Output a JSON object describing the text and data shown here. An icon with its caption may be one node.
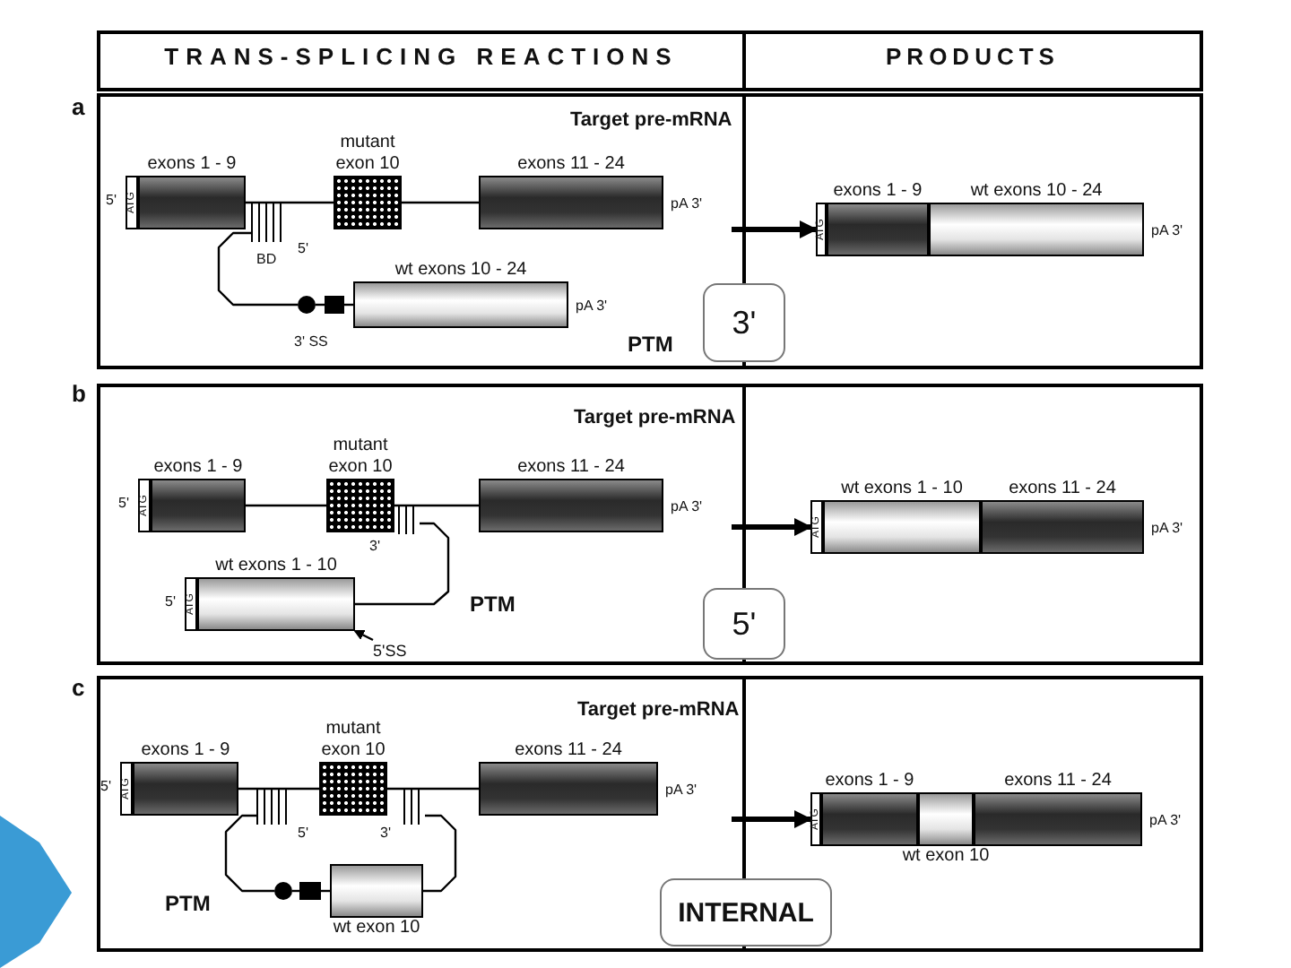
{
  "diagram": {
    "nodes": [
      {
        "text": [
          "ATG"
        ],
        "beside": [
          "5'"
        ]
      },
      {
        "text": [
          "exons 1 - 9"
        ]
      },
      {
        "text": [
          "mutant exon 10"
        ]
      },
      {
        "text": [
          "exons 11 - 24"
        ],
        "beside": [
          "pA 3'"
        ]
      },
      {
        "text": [],
        "shape": "box",
        "beside": [
          "BD"
        ]
      },
      {
        "text": [],
        "shape": "circle"
      },
      {
        "text": [],
        "shape": "box"
      },
      {
        "text": [
          "wt exons 10 - 24"
        ],
        "beside": [
          "pA 3'"
        ]
      },
      {
        "text": [
          "3'"
        ]
      },
      {
        "text": [
          "ATG"
        ]
      },
      {
        "text": [
          "exons 1 - 9"
        ]
      },
      {
        "text": [
          "wt exons 10 - 24"
        ],
        "beside": [
          "pA 3'"
        ]
      },
      {
        "text": [
          "ATG"
        ],
        "beside": [
          "5'"
        ]
      },
      {
        "text": [
          "exons 1 - 9"
        ]
      },
      {
        "text": [
          "mutant exon 10"
        ]
      },
      {
        "text": [
          "exons 11 - 24"
        ],
        "beside": [
          "pA 3'"
        ]
      },
      {
        "text": [],
        "shape": "box"
      },
      {
        "text": [
          "ATG"
        ],
        "beside": [
          "5'"
        ]
      },
      {
        "text": [
          "wt exons 1 - 10"
        ]
      },
      {
        "text": [
          "5'SS"
        ]
      },
      {
        "text": [
          "5'"
        ]
      },
      {
        "text": [
          "ATG"
        ]
      },
      {
        "text": [
          "wt exons 1 - 10"
        ]
      },
      {
        "text": [
          "exons 11 - 24"
        ],
        "beside": [
          "pA 3'"
        ]
      },
      {
        "text": [
          "ATG"
        ],
        "beside": [
          "5'"
        ]
      },
      {
        "text": [
          "exons 1 - 9"
        ]
      },
      {
        "text": [
          "mutant exon 10"
        ]
      },
      {
        "text": [
          "exons 11 - 24"
        ],
        "beside": [
          "pA 3'"
        ]
      },
      {
        "text": [],
        "shape": "box"
      },
      {
        "text": [],
        "shape": "box"
      },
      {
        "text": [],
        "shape": "circle"
      },
      {
        "text": [],
        "shape": "box"
      },
      {
        "text": [
          "wt exon 10"
        ]
      },
      {
        "text": [
          "INTERNAL"
        ]
      },
      {
        "text": [
          "ATG"
        ]
      },
      {
        "text": [
          "exons 1 - 9"
        ]
      },
      {
        "text": [
          "wt exon 10"
        ]
      },
      {
        "text": [
          "exons 11 - 24"
        ],
        "beside": [
          "pA 3'"
        ]
      }
    ],
    "edges": [
      {
        "from": 1,
        "to": 2,
        "arrow": "none"
      },
      {
        "from": 2,
        "to": 3,
        "arrow": "none"
      },
      {
        "from": 4,
        "to": 5,
        "arrow": "none"
      },
      {
        "from": 5,
        "to": 6,
        "arrow": "none"
      },
      {
        "from": 6,
        "to": 7,
        "arrow": "none"
      },
      {
        "from": null,
        "to": 9,
        "arrow": "to",
        "style": "thick"
      },
      {
        "from": 13,
        "to": 14,
        "arrow": "none"
      },
      {
        "from": 14,
        "to": 15,
        "arrow": "none"
      },
      {
        "from": 16,
        "to": 18,
        "arrow": "none"
      },
      {
        "from": 19,
        "to": 18,
        "arrow": "to"
      },
      {
        "from": null,
        "to": 21,
        "arrow": "to",
        "style": "thick"
      },
      {
        "from": 25,
        "to": 26,
        "arrow": "none"
      },
      {
        "from": 26,
        "to": 27,
        "arrow": "none"
      },
      {
        "from": 28,
        "to": 30,
        "arrow": "none"
      },
      {
        "from": 30,
        "to": 31,
        "arrow": "none"
      },
      {
        "from": 31,
        "to": 32,
        "arrow": "none"
      },
      {
        "from": 32,
        "to": 29,
        "arrow": "none"
      },
      {
        "from": null,
        "to": 34,
        "arrow": "to",
        "style": "thick"
      }
    ],
    "labels": [
      "TRANS-SPLICING REACTIONS",
      "PRODUCTS",
      "a",
      "Target pre-mRNA",
      "5'",
      "3' SS",
      "PTM",
      "b",
      "Target pre-mRNA",
      "3'",
      "PTM",
      "c",
      "Target pre-mRNA",
      "5'",
      "3'",
      "PTM"
    ]
  }
}
